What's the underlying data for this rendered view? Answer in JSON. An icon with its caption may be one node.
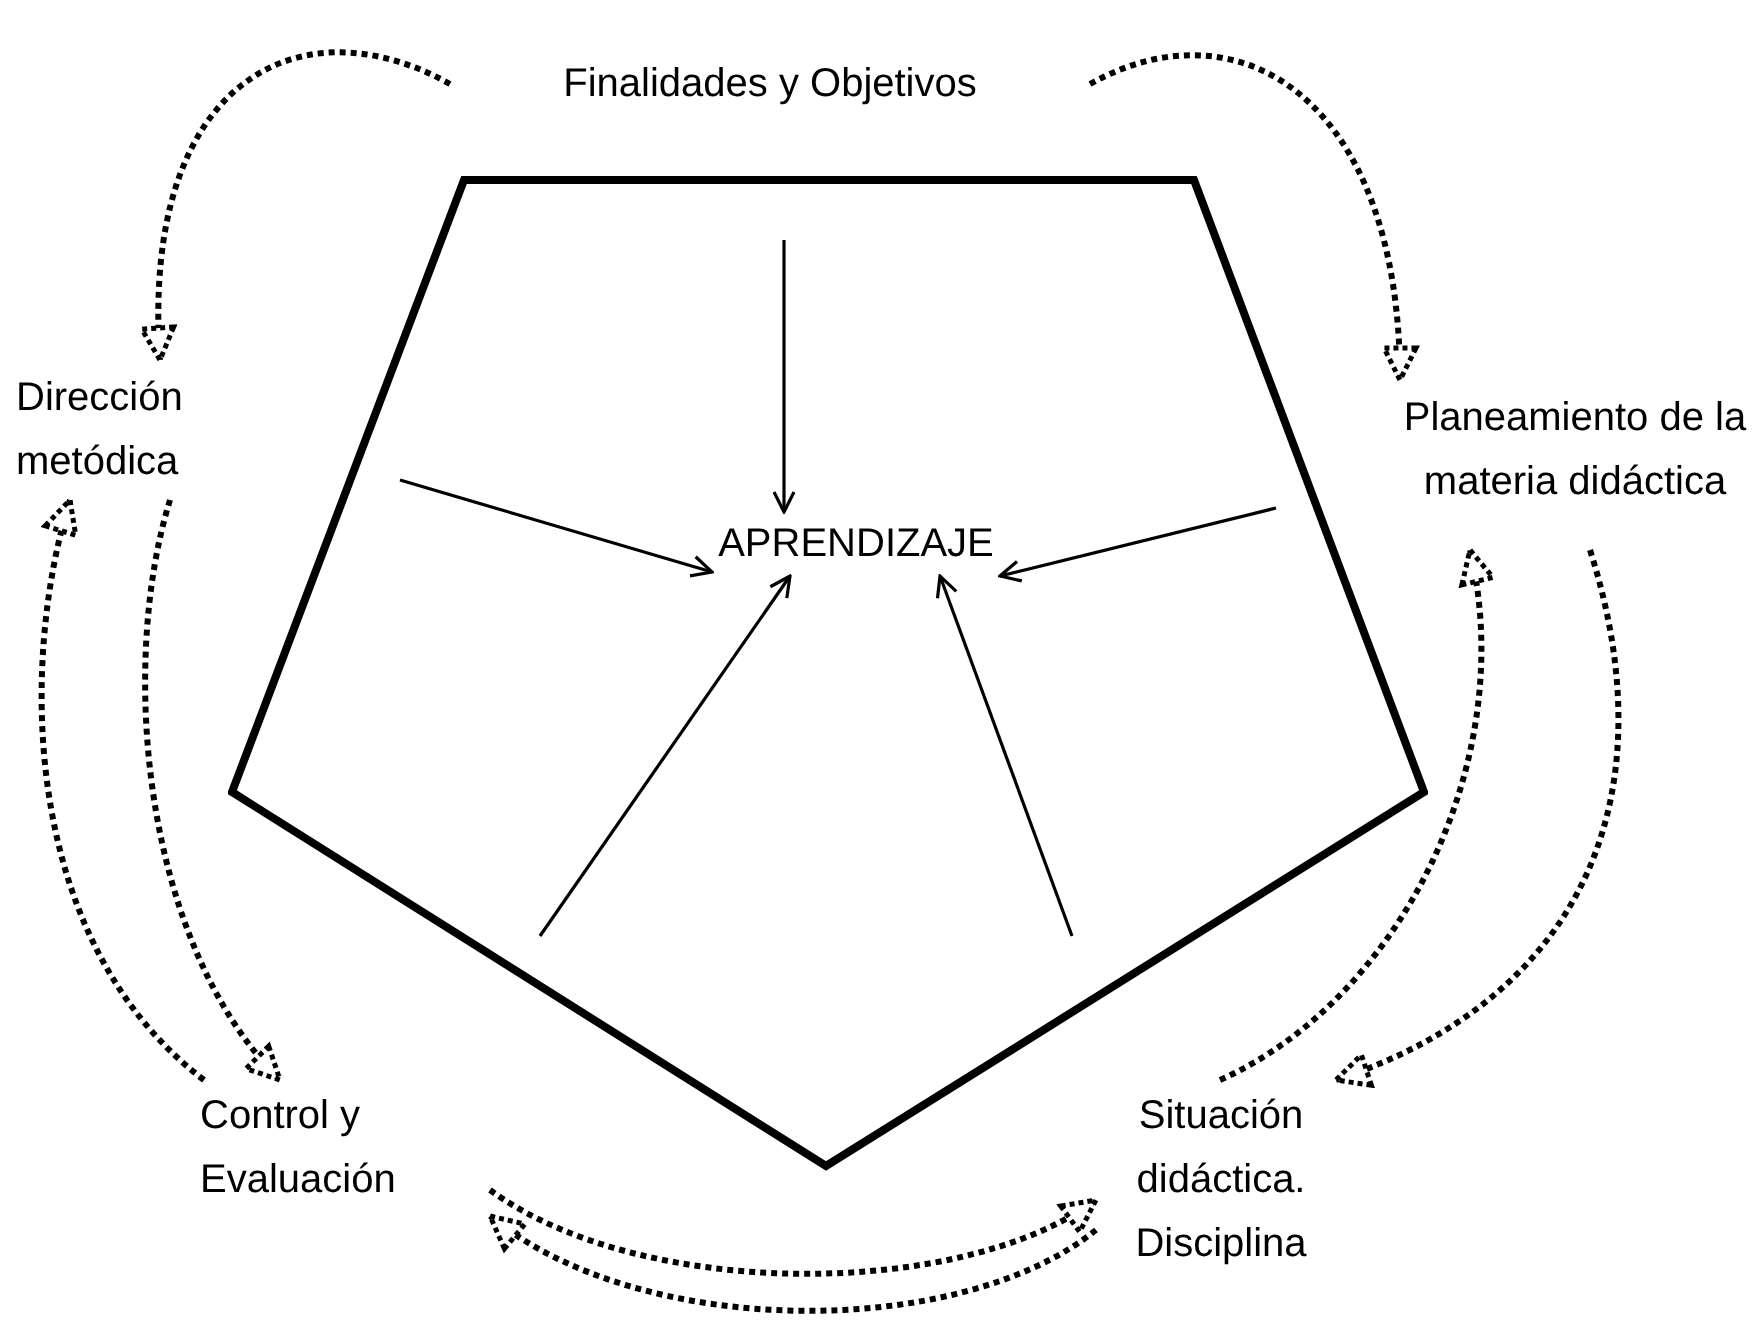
{
  "diagram": {
    "nodes": [
      {
        "text": [],
        "shape": "pentagon"
      },
      {
        "text": [
          "APRENDIZAJE"
        ],
        "in": 0
      },
      {
        "text": [
          "Finalidades y Objetivos"
        ]
      },
      {
        "text": [
          "Planeamiento de la materia didáctica"
        ]
      },
      {
        "text": [
          "Situación didáctica. Disciplina"
        ]
      },
      {
        "text": [
          "Control y Evaluación"
        ]
      },
      {
        "text": [
          "Dirección metódica"
        ]
      }
    ],
    "edges": [
      {
        "from": 2,
        "to": 6,
        "arrow": "to",
        "style": "dashed"
      },
      {
        "from": 2,
        "to": 3,
        "arrow": "to",
        "style": "dashed"
      },
      {
        "from": 4,
        "to": 3,
        "arrow": "to",
        "style": "dashed"
      },
      {
        "from": 3,
        "to": 4,
        "arrow": "to",
        "style": "dashed"
      },
      {
        "from": 5,
        "to": 4,
        "arrow": "to",
        "style": "dashed"
      },
      {
        "from": 4,
        "to": 5,
        "arrow": "to",
        "style": "dashed"
      },
      {
        "from": 5,
        "to": 6,
        "arrow": "to",
        "style": "dashed"
      },
      {
        "from": 6,
        "to": 5,
        "arrow": "to",
        "style": "dashed"
      },
      {
        "from": null,
        "to": 1,
        "arrow": "to"
      },
      {
        "from": null,
        "to": 1,
        "arrow": "to"
      },
      {
        "from": null,
        "to": 1,
        "arrow": "to"
      },
      {
        "from": null,
        "to": 1,
        "arrow": "to"
      },
      {
        "from": null,
        "to": 1,
        "arrow": "to"
      }
    ]
  }
}
